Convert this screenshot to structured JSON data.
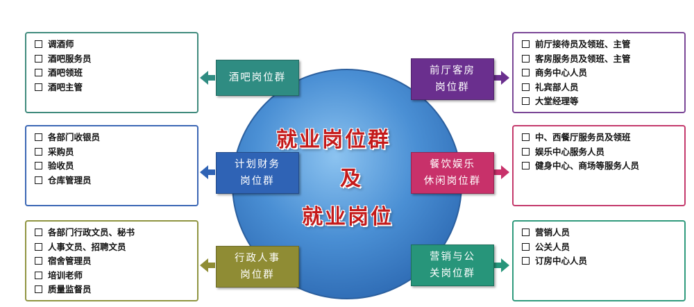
{
  "center": {
    "line1": "就业岗位群",
    "line2": "及",
    "line3": "就业岗位"
  },
  "groups": {
    "bar": {
      "label": [
        "酒吧岗位群"
      ],
      "items": [
        "调酒师",
        "酒吧服务员",
        "酒吧领班",
        "酒吧主管"
      ],
      "color": "#2f8c82",
      "border": "#3f8a7c"
    },
    "finance": {
      "label": [
        "计划财务",
        "岗位群"
      ],
      "items": [
        "各部门收银员",
        "采购员",
        "验收员",
        "仓库管理员"
      ],
      "color": "#2f63b5",
      "border": "#3a66b4"
    },
    "admin": {
      "label": [
        "行政人事",
        "岗位群"
      ],
      "items": [
        "各部门行政文员、秘书",
        "人事文员、招聘文员",
        "宿舍管理员",
        "培训老师",
        "质量监督员"
      ],
      "color": "#8f8c34",
      "border": "#8f9440"
    },
    "front": {
      "label": [
        "前厅客房",
        "岗位群"
      ],
      "items": [
        "前厅接待员及领班、主管",
        "客房服务员及领班、主管",
        "商务中心人员",
        "礼宾部人员",
        "大堂经理等"
      ],
      "color": "#6a2f8e",
      "border": "#7a4696"
    },
    "catering": {
      "label": [
        "餐饮娱乐",
        "休闲岗位群"
      ],
      "items": [
        "中、西餐厅服务员及领班",
        "娱乐中心服务人员",
        "健身中心、商场等服务人员"
      ],
      "color": "#c8316a",
      "border": "#c4396b"
    },
    "marketing": {
      "label": [
        "营销与公",
        "关岗位群"
      ],
      "items": [
        "营销人员",
        "公关人员",
        "订房中心人员"
      ],
      "color": "#27957a",
      "border": "#2f9a7c"
    }
  }
}
